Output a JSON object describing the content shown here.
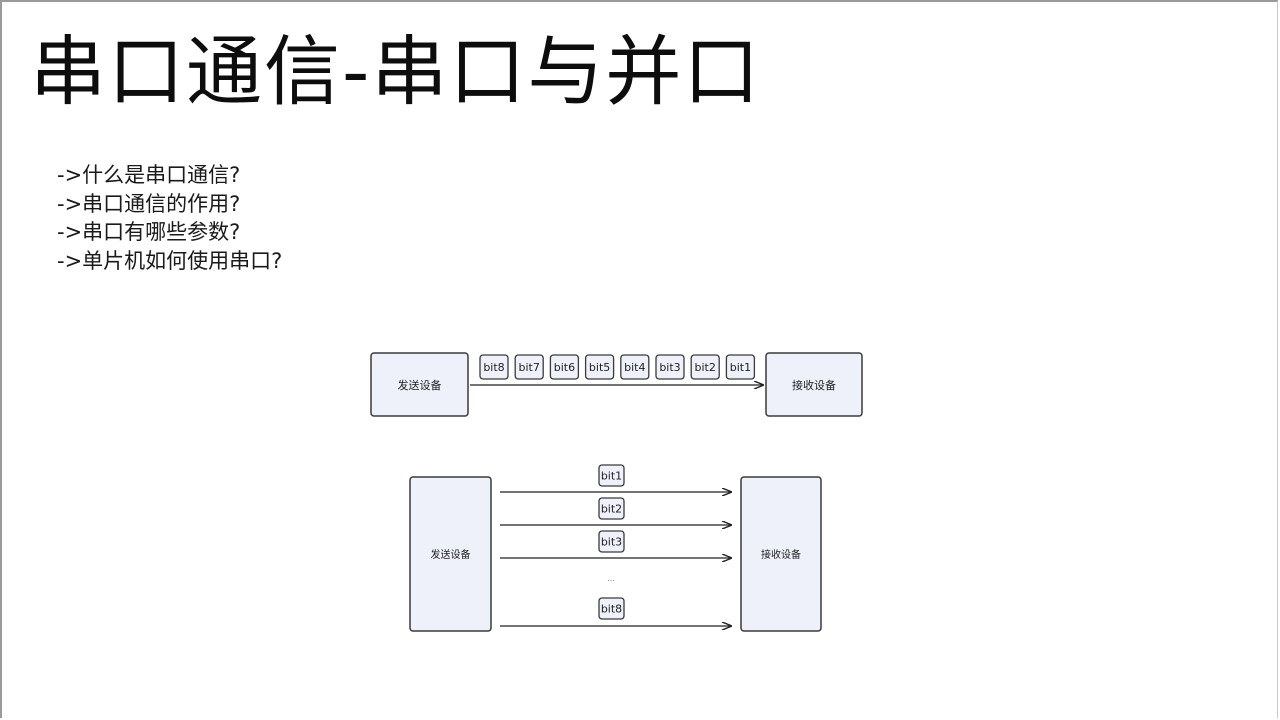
{
  "slide": {
    "title": "串口通信-串口与并口",
    "bullets": [
      "->什么是串口通信?",
      "->串口通信的作用?",
      "->串口有哪些参数?",
      "->单片机如何使用串口?"
    ]
  },
  "diagram": {
    "serial": {
      "sender_label": "发送设备",
      "receiver_label": "接收设备",
      "bits": [
        "bit8",
        "bit7",
        "bit6",
        "bit5",
        "bit4",
        "bit3",
        "bit2",
        "bit1"
      ]
    },
    "parallel": {
      "sender_label": "发送设备",
      "receiver_label": "接收设备",
      "bits": [
        "bit1",
        "bit2",
        "bit3",
        "bit8"
      ],
      "ellipsis": "..."
    }
  },
  "colors": {
    "box_fill": "#eef0fa",
    "box_stroke": "#3a3a3a",
    "arrow": "#222222"
  }
}
